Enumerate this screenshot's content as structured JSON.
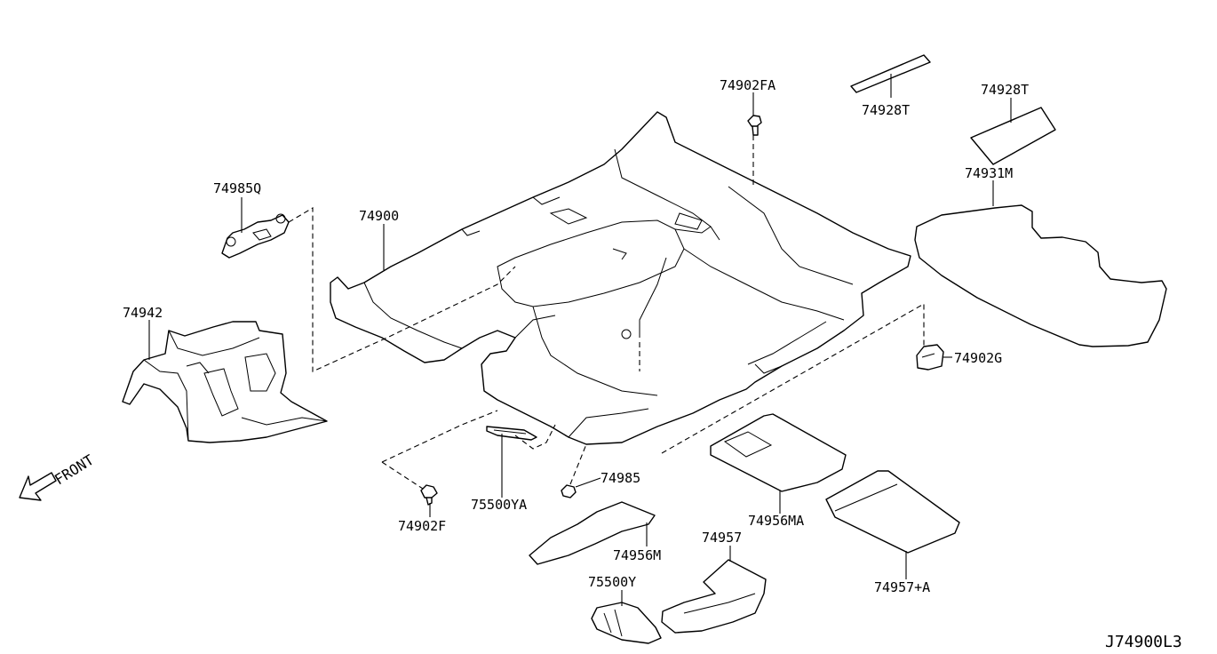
{
  "labels": {
    "p74902FA": "74902FA",
    "p74928T_a": "74928T",
    "p74928T_b": "74928T",
    "p74931M": "74931M",
    "p74985Q": "74985Q",
    "p74900": "74900",
    "p74942": "74942",
    "p74902G": "74902G",
    "p74985": "74985",
    "p75500YA": "75500YA",
    "p74902F": "74902F",
    "p74956MA": "74956MA",
    "p74956M": "74956M",
    "p74957": "74957",
    "p75500Y": "75500Y",
    "p74957A": "74957+A"
  },
  "front_label": "FRONT",
  "diagram_code": "J74900L3"
}
